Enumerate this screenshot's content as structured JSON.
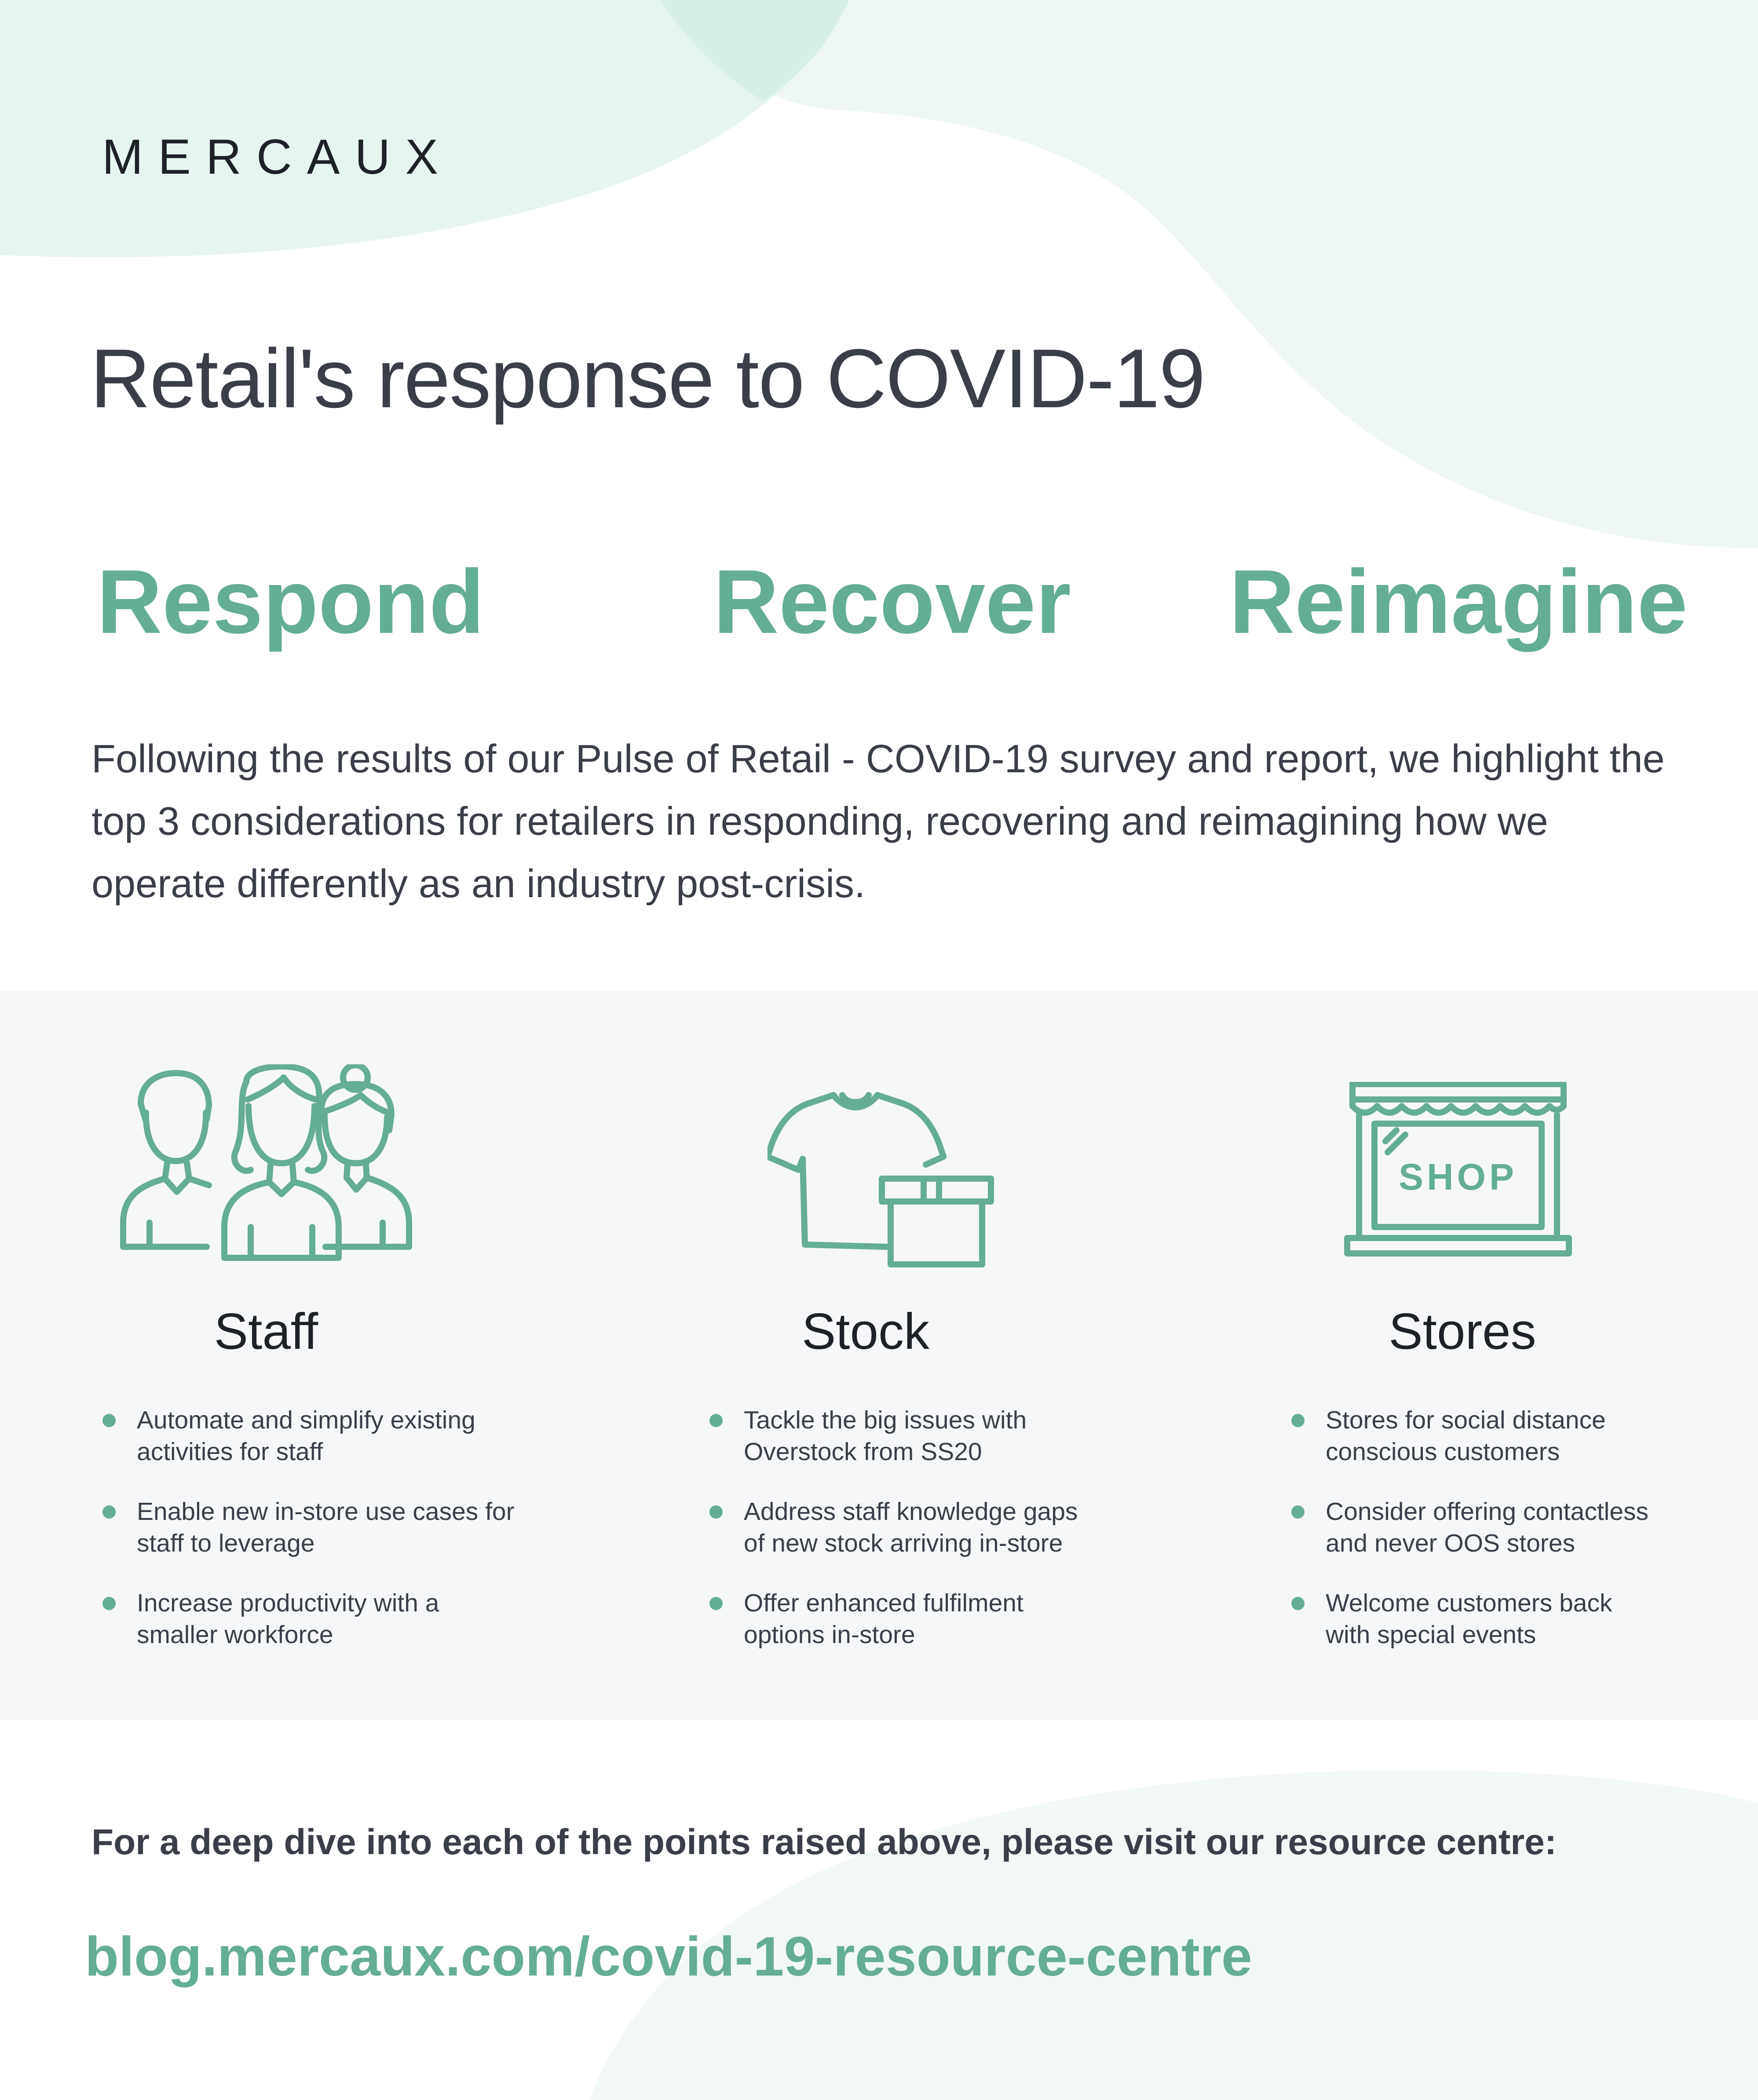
{
  "brand": {
    "logo": "MERCAUX"
  },
  "header": {
    "title": "Retail's response to COVID-19"
  },
  "pillars": [
    "Respond",
    "Recover",
    "Reimagine"
  ],
  "intro": {
    "text": "Following the results of our Pulse of Retail - COVID-19 survey and report, we highlight the top 3 considerations for retailers in responding, recovering and reimagining how we operate differently as an industry post-crisis."
  },
  "columns": [
    {
      "icon": "staff-group-icon",
      "title": "Staff",
      "bullets": [
        "Automate and simplify existing\nactivities for staff",
        "Enable new in-store use cases for\nstaff to leverage",
        "Increase productivity with a\nsmaller workforce"
      ]
    },
    {
      "icon": "tshirt-box-icon",
      "title": "Stock",
      "bullets": [
        "Tackle the big issues with\nOverstock from SS20",
        "Address staff knowledge gaps\nof new stock arriving in-store",
        "Offer enhanced fulfilment\noptions in-store"
      ]
    },
    {
      "icon": "shop-front-icon",
      "title": "Stores",
      "shop_sign": "SHOP",
      "bullets": [
        "Stores for social distance\nconscious customers",
        "Consider offering contactless\nand never OOS stores",
        "Welcome customers back\nwith special events"
      ]
    }
  ],
  "footer": {
    "text": "For a deep dive into each of the points raised above, please visit our resource centre:",
    "link": "blog.mercaux.com/covid-19-resource-centre"
  },
  "colors": {
    "accent": "#64ad96",
    "text": "#3a3e49",
    "panel": "#f6f7f9",
    "blob": "#e8f5f1"
  }
}
